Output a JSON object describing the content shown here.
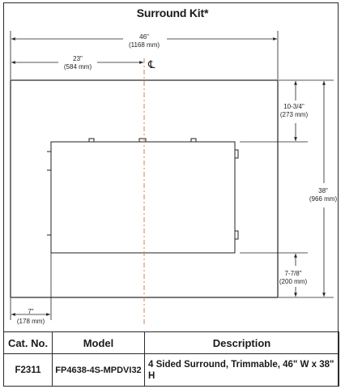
{
  "title": "Surround Kit*",
  "dimensions": {
    "overall_width": {
      "imperial": "46\"",
      "metric": "(1168 mm)"
    },
    "center_width": {
      "imperial": "23\"",
      "metric": "(584 mm)"
    },
    "centerline_symbol": "℄",
    "top_offset": {
      "imperial": "10-3/4\"",
      "metric": "(273 mm)"
    },
    "overall_height": {
      "imperial": "38\"",
      "metric": "(966 mm)"
    },
    "bottom_offset": {
      "imperial": "7-7/8\"",
      "metric": "(200 mm)"
    },
    "left_offset": {
      "imperial": "7\"",
      "metric": "(178 mm)"
    }
  },
  "table": {
    "headers": [
      "Cat. No.",
      "Model",
      "Description"
    ],
    "rows": [
      {
        "cat_no": "F2311",
        "model": "FP4638-4S-MPDVI32",
        "description": "4 Sided Surround, Trimmable, 46\" W x 38\" H"
      }
    ]
  }
}
